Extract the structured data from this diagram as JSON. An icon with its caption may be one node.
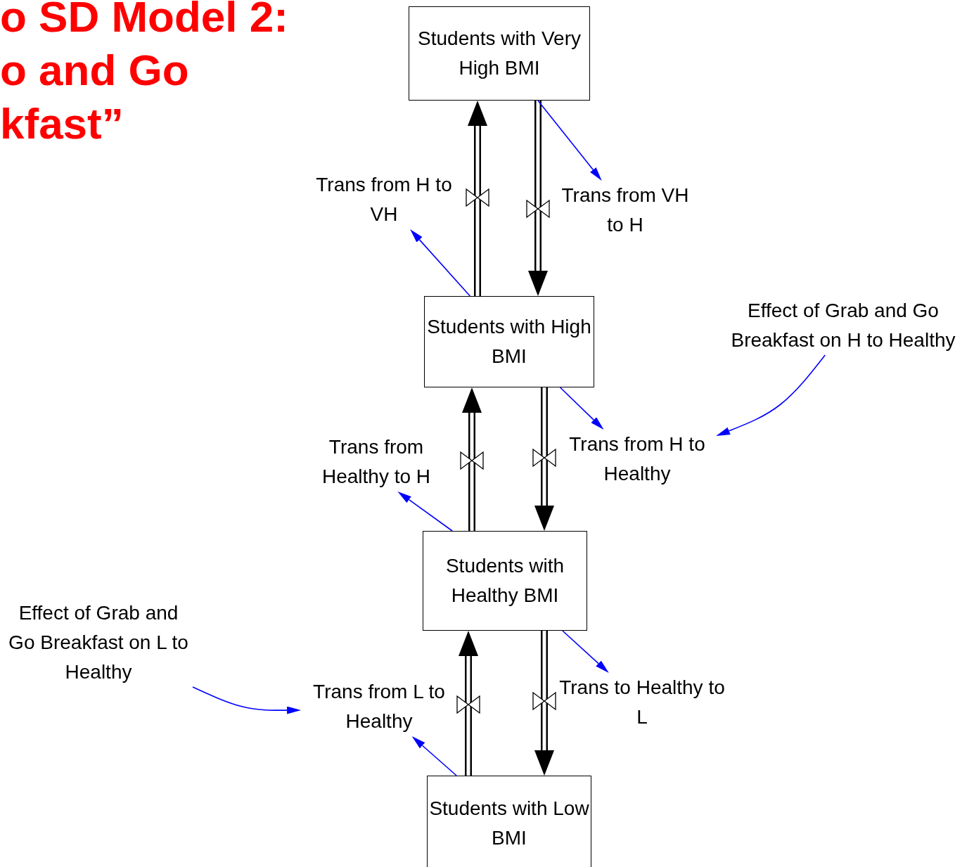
{
  "diagram": {
    "title": "o SD Model 2: o and Go kfast”",
    "nodes": [
      {
        "text": [
          "Students with Very High BMI"
        ]
      },
      {
        "text": [
          "Students with High BMI"
        ]
      },
      {
        "text": [
          "Students with Healthy BMI"
        ]
      },
      {
        "text": [
          "Students with Low BMI"
        ]
      },
      {
        "text": [
          "Trans from H to VH"
        ]
      },
      {
        "text": [
          "Trans from VH to H"
        ]
      },
      {
        "text": [
          "Effect of Grab and Go Breakfast on H to Healthy"
        ]
      },
      {
        "text": [
          "Trans from Healthy to H"
        ]
      },
      {
        "text": [
          "Trans from H to Healthy"
        ]
      },
      {
        "text": [
          "Effect of Grab and Go Breakfast on L to Healthy"
        ]
      },
      {
        "text": [
          "Trans from L to Healthy"
        ]
      },
      {
        "text": [
          "Trans to Healthy to L"
        ]
      }
    ],
    "edges": [
      {
        "from": 1,
        "to": 0,
        "arrow": "to",
        "style": "thick",
        "color": "#000000"
      },
      {
        "from": 0,
        "to": 1,
        "arrow": "to",
        "style": "thick",
        "color": "#000000"
      },
      {
        "from": 2,
        "to": 1,
        "arrow": "to",
        "style": "thick",
        "color": "#000000"
      },
      {
        "from": 1,
        "to": 2,
        "arrow": "to",
        "style": "thick",
        "color": "#000000"
      },
      {
        "from": 3,
        "to": 2,
        "arrow": "to",
        "style": "thick",
        "color": "#000000"
      },
      {
        "from": 2,
        "to": 3,
        "arrow": "to",
        "style": "thick",
        "color": "#000000"
      },
      {
        "from": 0,
        "to": 5,
        "arrow": "to",
        "color": "#0000ff"
      },
      {
        "from": 1,
        "to": 4,
        "arrow": "to",
        "color": "#0000ff"
      },
      {
        "from": 1,
        "to": 8,
        "arrow": "to",
        "color": "#0000ff"
      },
      {
        "from": 6,
        "to": 8,
        "arrow": "to",
        "color": "#0000ff"
      },
      {
        "from": 2,
        "to": 7,
        "arrow": "to",
        "color": "#0000ff"
      },
      {
        "from": 2,
        "to": 11,
        "arrow": "to",
        "color": "#0000ff"
      },
      {
        "from": 9,
        "to": 10,
        "arrow": "to",
        "color": "#0000ff"
      },
      {
        "from": 3,
        "to": 10,
        "arrow": "to",
        "color": "#0000ff"
      }
    ]
  }
}
